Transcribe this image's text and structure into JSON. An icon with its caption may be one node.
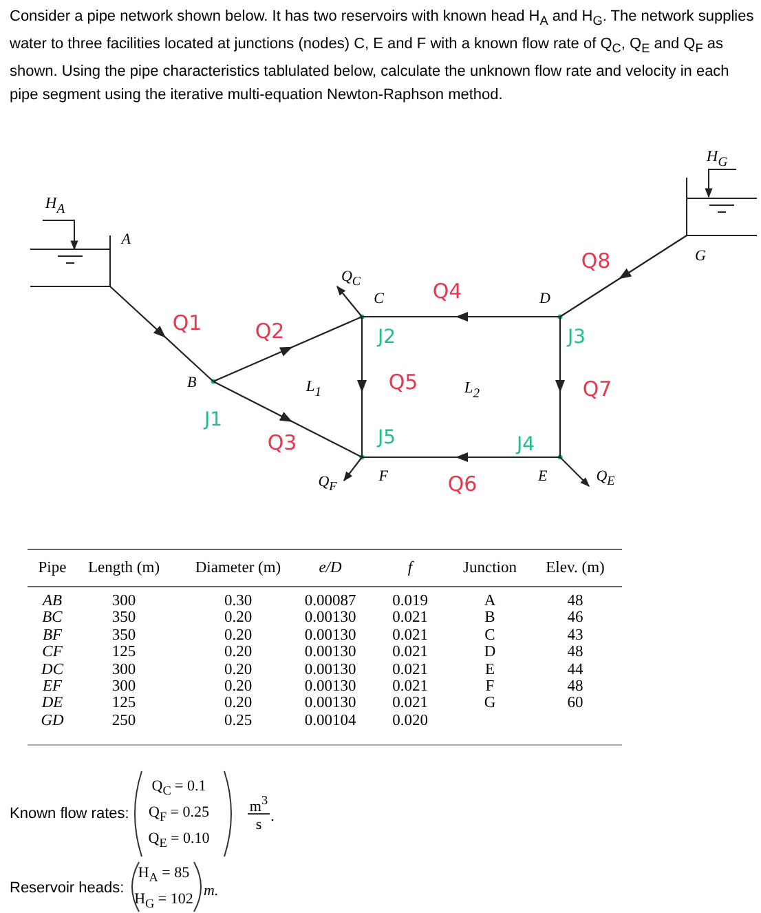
{
  "diagram": {
    "nodes": [
      {
        "text": [
          "A"
        ]
      },
      {
        "text": [
          "B"
        ],
        "beside": [
          "J1"
        ]
      },
      {
        "text": [
          "C"
        ],
        "beside": [
          "J2"
        ]
      },
      {
        "text": [
          "D"
        ],
        "beside": [
          "J3"
        ]
      },
      {
        "text": [
          "E"
        ],
        "beside": [
          "J4"
        ]
      },
      {
        "text": [
          "F"
        ],
        "beside": [
          "J5"
        ]
      },
      {
        "text": [
          "G"
        ]
      }
    ],
    "edges": [
      {
        "from": 0,
        "to": 1,
        "arrow": "to",
        "label": "Q1"
      },
      {
        "from": 1,
        "to": 2,
        "arrow": "to",
        "label": "Q2"
      },
      {
        "from": 1,
        "to": 5,
        "arrow": "to",
        "label": "Q3"
      },
      {
        "from": 3,
        "to": 2,
        "arrow": "to",
        "label": "Q4"
      },
      {
        "from": 2,
        "to": 5,
        "arrow": "to",
        "label": "Q5"
      },
      {
        "from": 4,
        "to": 5,
        "arrow": "to",
        "label": "Q6"
      },
      {
        "from": 3,
        "to": 4,
        "arrow": "to",
        "label": "Q7"
      },
      {
        "from": 6,
        "to": 3,
        "arrow": "to",
        "label": "Q8"
      },
      {
        "from": 2,
        "to": null,
        "arrow": "to",
        "label": "Q$_{C}$"
      },
      {
        "from": 5,
        "to": null,
        "arrow": "to",
        "label": "Q$_{F}$"
      },
      {
        "from": 4,
        "to": null,
        "arrow": "to",
        "label": "Q$_{E}$"
      }
    ],
    "labels": [
      "Consider a pipe network shown below. It has two reservoirs with known head H$_{A}$ and H$_{G}$. The network supplies water to three facilities located at junctions (nodes) C, E and F with a known flow rate  of Q$_{C}$, Q$_{E}$ and Q$_{F}$ as shown. Using the pipe characteristics tablulated below, calculate the unknown flow rate and velocity in each pipe segment using the iterative multi-equation Newton-Raphson method.",
      "H$_{A}$",
      "H$_{G}$",
      "L$_{1}$",
      "L$_{2}$",
      "Pipe",
      "Length (m)",
      "Diameter (m)",
      "e/D",
      "f",
      "Junction",
      "Elev. (m)",
      "AB",
      "300",
      "0.30",
      "0.00087",
      "0.019",
      "A",
      "48",
      "BC",
      "350",
      "0.20",
      "0.00130",
      "0.021",
      "B",
      "46",
      "BF",
      "350",
      "0.20",
      "0.00130",
      "0.021",
      "C",
      "43",
      "CF",
      "125",
      "0.20",
      "0.00130",
      "0.021",
      "D",
      "48",
      "DC",
      "300",
      "0.20",
      "0.00130",
      "0.021",
      "E",
      "44",
      "EF",
      "300",
      "0.20",
      "0.00130",
      "0.021",
      "F",
      "48",
      "DE",
      "125",
      "0.20",
      "0.00130",
      "0.021",
      "G",
      "60",
      "GD",
      "250",
      "0.25",
      "0.00104",
      "0.020",
      "Known flow rates:",
      "Q$_{C}$ = 0.1",
      "Q$_{F}$ = 0.25",
      "Q$_{E}$ = 0.10",
      "m$^{3}$",
      "s",
      ".",
      "Reservoir heads:",
      "H$_{A}$ = 85",
      "H$_{G}$ = 102",
      "m."
    ]
  }
}
